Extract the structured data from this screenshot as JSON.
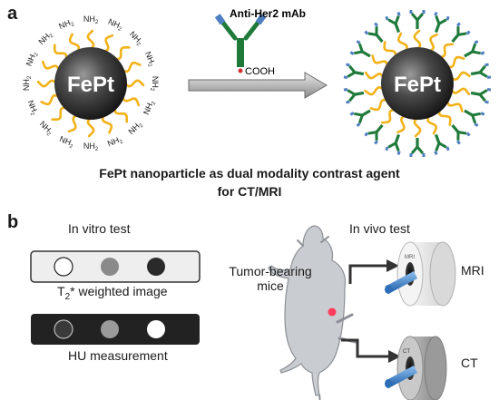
{
  "panel_a": {
    "letter": "a",
    "core_label": "FePt",
    "amine_label": "NH",
    "amine_subscript": "2",
    "antibody_label": "Anti-Her2 mAb",
    "carboxyl_label": "COOH",
    "caption_line1": "FePt nanoparticle as dual modality contrast agent",
    "caption_line2": "for CT/MRI"
  },
  "panel_b": {
    "letter": "b",
    "invitro_title": "In vitro test",
    "t2_label": "T",
    "t2_subscript": "2",
    "t2_suffix": "* weighted image",
    "hu_label": "HU measurement",
    "invivo_title": "In vivo test",
    "mice_label_line1": "Tumor-bearing",
    "mice_label_line2": "mice",
    "mri_label": "MRI",
    "ct_label": "CT",
    "mri_scanner_text": "MRI",
    "ct_scanner_text": "CT"
  },
  "colors": {
    "ligand": "#f2b21a",
    "antibody": "#1f7a3a",
    "antibody_tip": "#4f7fc0",
    "core": "#3a3a3a",
    "tumor": "#ff3d5a",
    "mouse": "#cdd0d4",
    "scanner_tube": "#1e6fc4"
  },
  "invitro_dots": {
    "t2_levels": [
      "white",
      "gray",
      "dark"
    ],
    "hu_levels": [
      "dark",
      "gray",
      "white"
    ]
  }
}
